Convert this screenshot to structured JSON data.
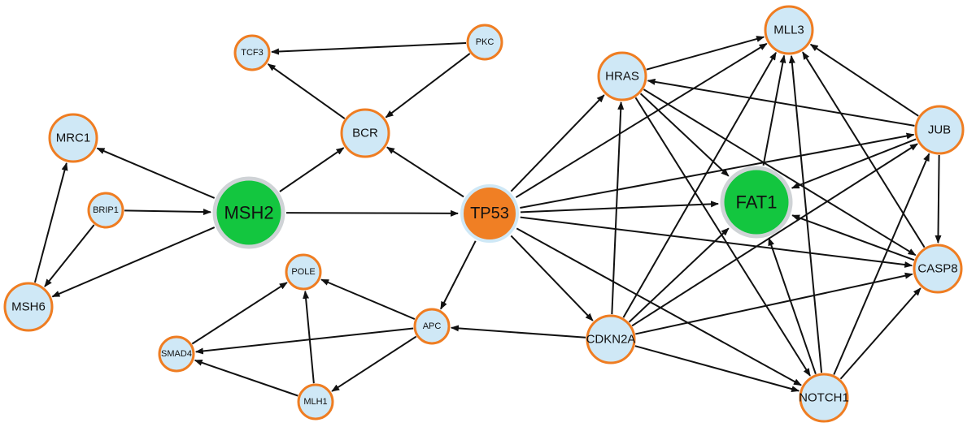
{
  "colors": {
    "node_fill_default": "#cfe8f6",
    "node_stroke_default": "#ef7d22",
    "hub_green": "#13c63f",
    "hub_orange": "#f07f24",
    "hub_halo": "#cfd3d6",
    "edge": "#111111"
  },
  "nodes": [
    {
      "id": "TCF3",
      "label": "TCF3",
      "type": "small"
    },
    {
      "id": "PKC",
      "label": "PKC",
      "type": "small"
    },
    {
      "id": "BCR",
      "label": "BCR",
      "type": "medium"
    },
    {
      "id": "MRC1",
      "label": "MRC1",
      "type": "medium"
    },
    {
      "id": "BRIP1",
      "label": "BRIP1",
      "type": "small"
    },
    {
      "id": "MSH2",
      "label": "MSH2",
      "type": "hub-green"
    },
    {
      "id": "MSH6",
      "label": "MSH6",
      "type": "medium"
    },
    {
      "id": "TP53",
      "label": "TP53",
      "type": "hub-orange"
    },
    {
      "id": "POLE",
      "label": "POLE",
      "type": "small"
    },
    {
      "id": "APC",
      "label": "APC",
      "type": "small"
    },
    {
      "id": "SMAD4",
      "label": "SMAD4",
      "type": "small"
    },
    {
      "id": "MLH1",
      "label": "MLH1",
      "type": "small"
    },
    {
      "id": "HRAS",
      "label": "HRAS",
      "type": "medium"
    },
    {
      "id": "MLL3",
      "label": "MLL3",
      "type": "medium"
    },
    {
      "id": "JUB",
      "label": "JUB",
      "type": "medium"
    },
    {
      "id": "FAT1",
      "label": "FAT1",
      "type": "hub-green"
    },
    {
      "id": "CASP8",
      "label": "CASP8",
      "type": "medium"
    },
    {
      "id": "CDKN2A",
      "label": "CDKN2A",
      "type": "medium"
    },
    {
      "id": "NOTCH1",
      "label": "NOTCH1",
      "type": "medium"
    }
  ],
  "edges": [
    [
      "PKC",
      "TCF3"
    ],
    [
      "PKC",
      "BCR"
    ],
    [
      "BCR",
      "TCF3"
    ],
    [
      "MSH2",
      "BCR"
    ],
    [
      "MSH2",
      "MRC1"
    ],
    [
      "BRIP1",
      "MSH2"
    ],
    [
      "MSH2",
      "MSH6"
    ],
    [
      "MSH2",
      "TP53"
    ],
    [
      "BRIP1",
      "MSH6"
    ],
    [
      "MSH6",
      "MRC1"
    ],
    [
      "TP53",
      "BCR"
    ],
    [
      "TP53",
      "APC"
    ],
    [
      "TP53",
      "HRAS"
    ],
    [
      "TP53",
      "MLL3"
    ],
    [
      "TP53",
      "JUB"
    ],
    [
      "TP53",
      "FAT1"
    ],
    [
      "TP53",
      "CASP8"
    ],
    [
      "TP53",
      "CDKN2A"
    ],
    [
      "TP53",
      "NOTCH1"
    ],
    [
      "APC",
      "POLE"
    ],
    [
      "APC",
      "SMAD4"
    ],
    [
      "APC",
      "MLH1"
    ],
    [
      "SMAD4",
      "POLE"
    ],
    [
      "MLH1",
      "SMAD4"
    ],
    [
      "MLH1",
      "POLE"
    ],
    [
      "CDKN2A",
      "APC"
    ],
    [
      "CDKN2A",
      "HRAS"
    ],
    [
      "CDKN2A",
      "MLL3"
    ],
    [
      "CDKN2A",
      "JUB"
    ],
    [
      "CDKN2A",
      "FAT1"
    ],
    [
      "CDKN2A",
      "CASP8"
    ],
    [
      "CDKN2A",
      "NOTCH1"
    ],
    [
      "HRAS",
      "MLL3"
    ],
    [
      "HRAS",
      "FAT1"
    ],
    [
      "HRAS",
      "CASP8"
    ],
    [
      "HRAS",
      "NOTCH1"
    ],
    [
      "JUB",
      "HRAS"
    ],
    [
      "JUB",
      "MLL3"
    ],
    [
      "JUB",
      "FAT1"
    ],
    [
      "JUB",
      "CASP8"
    ],
    [
      "FAT1",
      "MLL3"
    ],
    [
      "CASP8",
      "MLL3"
    ],
    [
      "CASP8",
      "FAT1"
    ],
    [
      "NOTCH1",
      "MLL3"
    ],
    [
      "NOTCH1",
      "FAT1"
    ],
    [
      "NOTCH1",
      "JUB"
    ],
    [
      "NOTCH1",
      "CASP8"
    ]
  ]
}
